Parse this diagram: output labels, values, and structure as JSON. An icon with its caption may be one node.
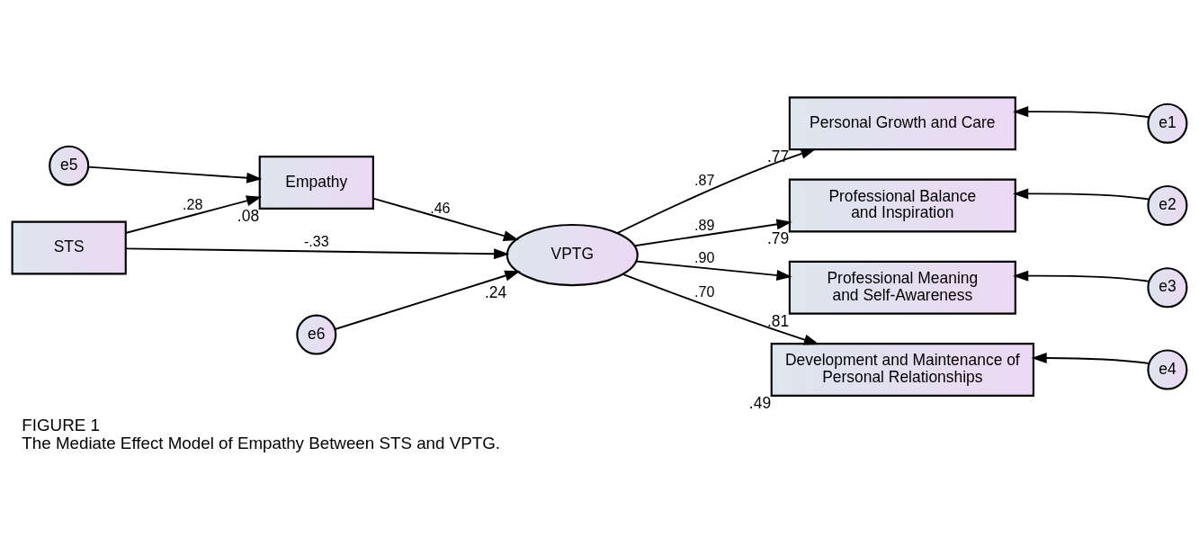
{
  "diagram": {
    "title": "FIGURE 1",
    "caption": "The Mediate Effect Model of Empathy Between STS and VPTG.",
    "nodes": [
      {
        "text": [
          "e5"
        ]
      },
      {
        "text": [
          "Empathy"
        ],
        "beside": [
          ".08"
        ]
      },
      {
        "text": [
          "STS"
        ]
      },
      {
        "text": [
          "e6"
        ]
      },
      {
        "text": [
          "VPTG"
        ],
        "beside": [
          ".24"
        ]
      },
      {
        "text": [
          "Personal Growth and Care"
        ],
        "beside": [
          ".77"
        ]
      },
      {
        "text": [
          "e1"
        ]
      },
      {
        "text": [
          "Professional Balance and Inspiration"
        ],
        "beside": [
          ".79"
        ]
      },
      {
        "text": [
          "e2"
        ]
      },
      {
        "text": [
          "Professional Meaning and Self-Awareness"
        ],
        "beside": [
          ".81"
        ]
      },
      {
        "text": [
          "e3"
        ]
      },
      {
        "text": [
          "Development and Maintenance of Personal Relationships"
        ],
        "beside": [
          ".49"
        ]
      },
      {
        "text": [
          "e4"
        ]
      }
    ],
    "edges": [
      {
        "from": 0,
        "to": 1,
        "arrow": "to"
      },
      {
        "from": 2,
        "to": 1,
        "arrow": "to",
        "label": ".28"
      },
      {
        "from": 1,
        "to": 4,
        "arrow": "to",
        "label": ".46"
      },
      {
        "from": 2,
        "to": 4,
        "arrow": "to",
        "label": "-.33"
      },
      {
        "from": 3,
        "to": 4,
        "arrow": "to"
      },
      {
        "from": 4,
        "to": 5,
        "arrow": "to",
        "label": ".87"
      },
      {
        "from": 4,
        "to": 7,
        "arrow": "to",
        "label": ".89"
      },
      {
        "from": 4,
        "to": 9,
        "arrow": "to",
        "label": ".90"
      },
      {
        "from": 4,
        "to": 11,
        "arrow": "to",
        "label": ".70"
      },
      {
        "from": 6,
        "to": 5,
        "arrow": "to"
      },
      {
        "from": 8,
        "to": 7,
        "arrow": "to"
      },
      {
        "from": 10,
        "to": 9,
        "arrow": "to"
      },
      {
        "from": 12,
        "to": 11,
        "arrow": "to"
      }
    ]
  }
}
